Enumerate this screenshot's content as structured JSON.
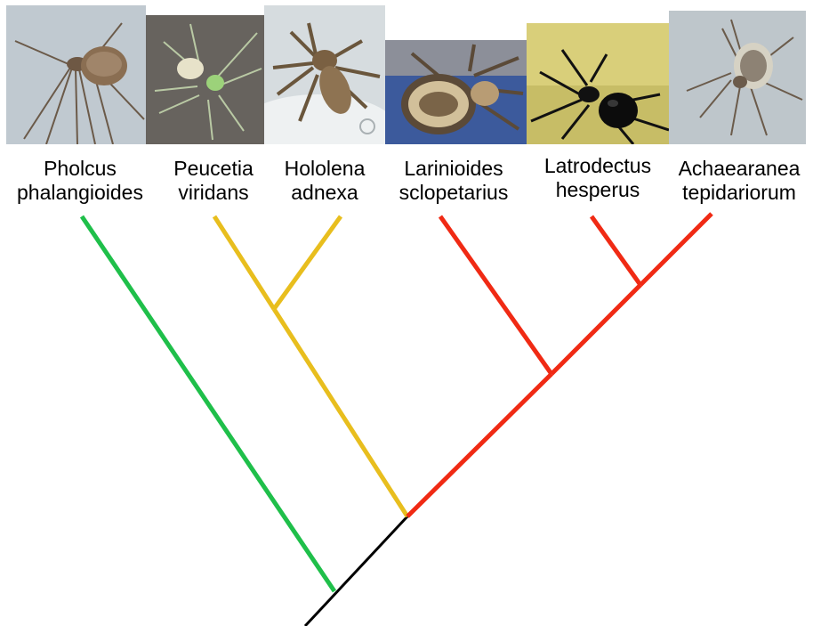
{
  "taxa": [
    {
      "genus": "Pholcus",
      "species": "phalangioides",
      "photo_icon": "pholcus-spider-photo",
      "clade_color": "#1fbf4a"
    },
    {
      "genus": "Peucetia",
      "species": "viridans",
      "photo_icon": "peucetia-spider-photo",
      "clade_color": "#e8be1e"
    },
    {
      "genus": "Hololena",
      "species": "adnexa",
      "photo_icon": "hololena-spider-photo",
      "clade_color": "#e8be1e"
    },
    {
      "genus": "Larinioides",
      "species": "sclopetarius",
      "photo_icon": "larinioides-spider-photo",
      "clade_color": "#f02a14"
    },
    {
      "genus": "Latrodectus",
      "species": "hesperus",
      "photo_icon": "latrodectus-spider-photo",
      "clade_color": "#f02a14"
    },
    {
      "genus": "Achaearanea",
      "species": "tepidariorum",
      "photo_icon": "achaearanea-spider-photo",
      "clade_color": "#f02a14"
    }
  ],
  "colors": {
    "green_clade": "#1fbf4a",
    "yellow_clade": "#e8be1e",
    "red_clade": "#f02a14",
    "stem": "#000000"
  }
}
